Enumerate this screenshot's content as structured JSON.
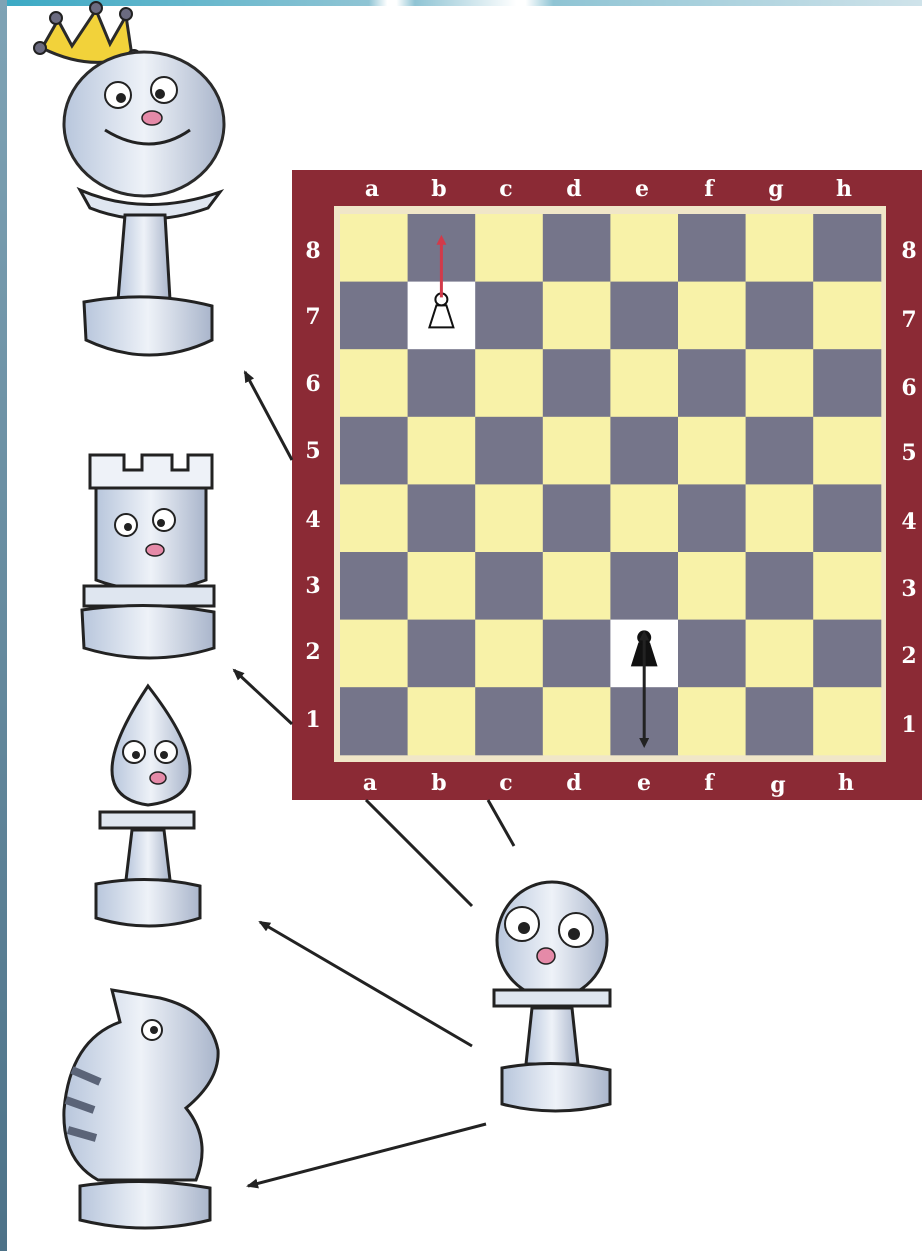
{
  "board": {
    "files": [
      "a",
      "b",
      "c",
      "d",
      "e",
      "f",
      "g",
      "h"
    ],
    "ranks": [
      "8",
      "7",
      "6",
      "5",
      "4",
      "3",
      "2",
      "1"
    ],
    "colors": {
      "frame": "#8b2a35",
      "light": "#f8f2a8",
      "dark": "#75758a",
      "highlight": "#ffffff"
    },
    "highlighted_squares": [
      "b7",
      "e2"
    ],
    "pieces": [
      {
        "square": "b7",
        "piece": "white-pawn"
      },
      {
        "square": "e2",
        "piece": "black-pawn"
      }
    ],
    "moves": [
      {
        "from": "b7",
        "to": "b8",
        "color": "#d23a4a"
      },
      {
        "from": "e2",
        "to": "e1",
        "color": "#222222",
        "double_headed": true
      }
    ]
  },
  "promotion_pieces": [
    "queen",
    "rook",
    "bishop",
    "knight"
  ],
  "source_piece": "pawn"
}
